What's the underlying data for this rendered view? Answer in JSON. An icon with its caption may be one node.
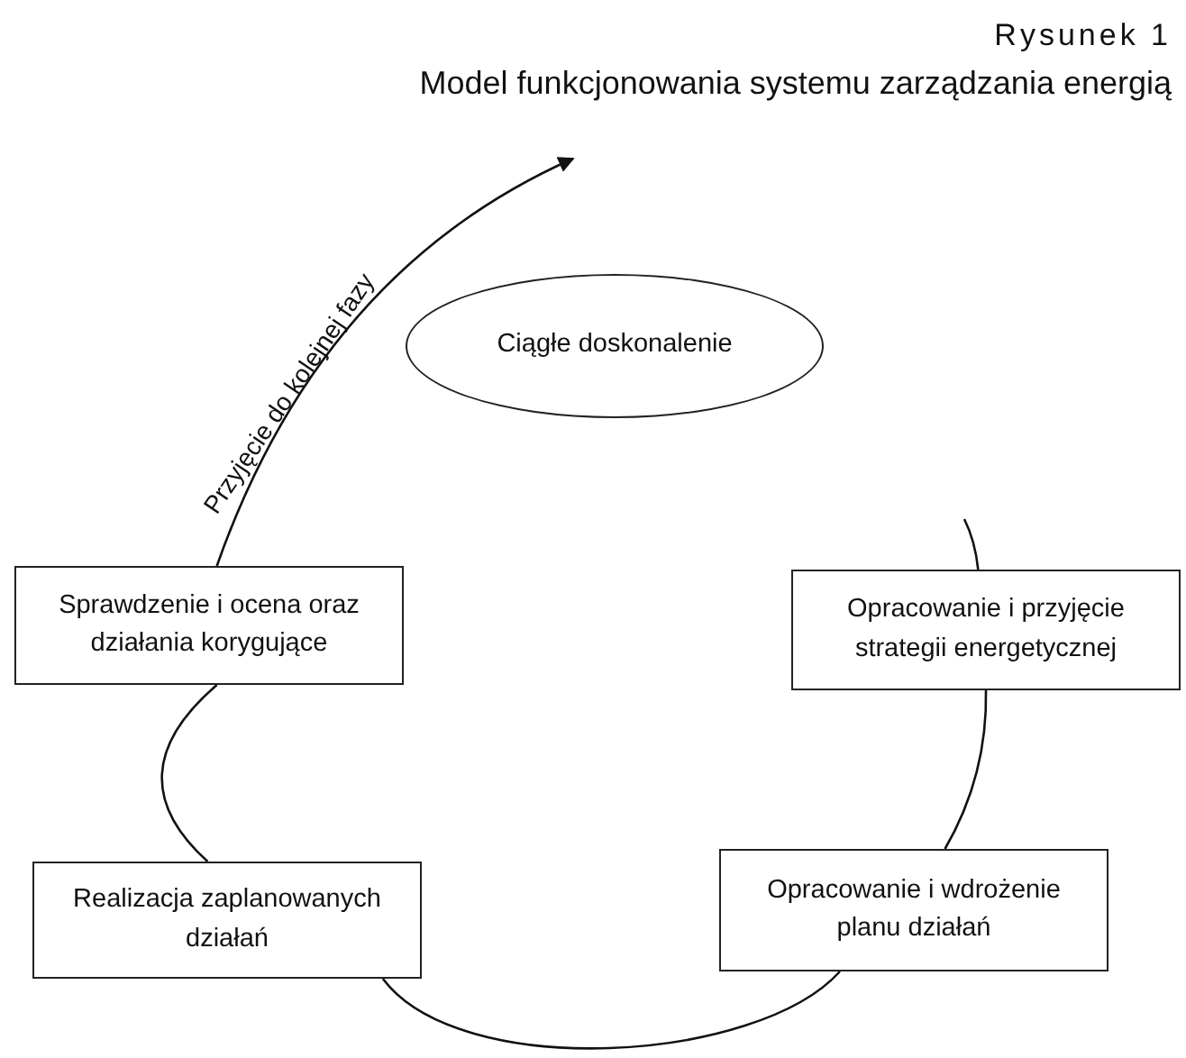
{
  "diagram": {
    "title": "Model funkcjonowania systemu zarządzania energią",
    "nodes": [
      {
        "text": [
          "Ciągłe doskonalenie"
        ]
      },
      {
        "text": [
          "Sprawdzenie i ocena oraz działania korygujące"
        ]
      },
      {
        "text": [
          "Opracowanie i przyjęcie strategii energetycznej"
        ]
      },
      {
        "text": [
          "Realizacja zaplanowanych działań"
        ]
      },
      {
        "text": [
          "Opracowanie i wdrożenie planu działań"
        ]
      }
    ],
    "edges": [
      {
        "from": 2,
        "to": 4,
        "arrow": "none"
      },
      {
        "from": 4,
        "to": 3,
        "arrow": "none"
      },
      {
        "from": 3,
        "to": 1,
        "arrow": "none"
      },
      {
        "from": 1,
        "to": null,
        "arrow": "to",
        "label": "Przyjęcie do kolejnej fazy"
      },
      {
        "from": null,
        "to": 2,
        "arrow": "none"
      }
    ],
    "labels": [
      "Rysunek 1"
    ]
  }
}
